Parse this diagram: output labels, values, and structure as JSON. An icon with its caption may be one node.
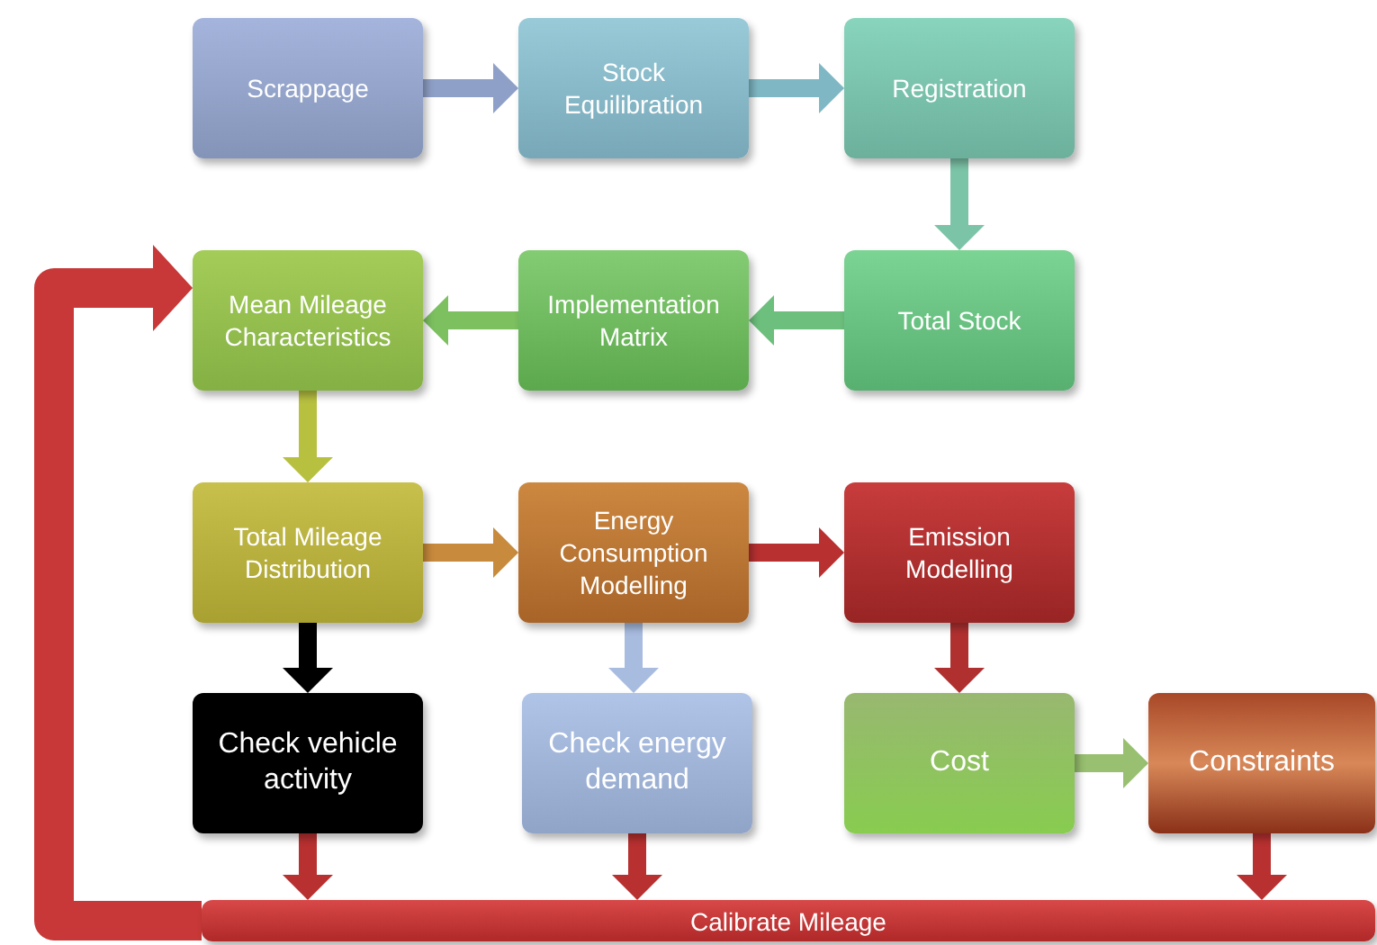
{
  "diagram": {
    "nodes": [
      {
        "text": [
          "Scrappage"
        ]
      },
      {
        "text": [
          "Stock Equilibration"
        ]
      },
      {
        "text": [
          "Registration"
        ]
      },
      {
        "text": [
          "Mean Mileage Characteristics"
        ]
      },
      {
        "text": [
          "Implementation Matrix"
        ]
      },
      {
        "text": [
          "Total Stock"
        ]
      },
      {
        "text": [
          "Total Mileage Distribution"
        ]
      },
      {
        "text": [
          "Energy Consumption Modelling"
        ]
      },
      {
        "text": [
          "Emission Modelling"
        ]
      },
      {
        "text": [
          "Check vehicle activity"
        ]
      },
      {
        "text": [
          "Check energy demand"
        ]
      },
      {
        "text": [
          "Cost"
        ]
      },
      {
        "text": [
          "Constraints"
        ]
      },
      {
        "text": [
          "Calibrate Mileage"
        ]
      }
    ],
    "edges": [
      {
        "from": 0,
        "to": 1,
        "arrow": "to",
        "color": "#8fa0c8"
      },
      {
        "from": 1,
        "to": 2,
        "arrow": "to",
        "color": "#7fb8c4"
      },
      {
        "from": 2,
        "to": 5,
        "arrow": "to",
        "color": "#7cc4a8"
      },
      {
        "from": 5,
        "to": 4,
        "arrow": "to",
        "color": "#6cbf7c"
      },
      {
        "from": 4,
        "to": 3,
        "arrow": "to",
        "color": "#7cc060"
      },
      {
        "from": 3,
        "to": 6,
        "arrow": "to",
        "color": "#b8c040"
      },
      {
        "from": 6,
        "to": 7,
        "arrow": "to",
        "color": "#c88a3c"
      },
      {
        "from": 7,
        "to": 8,
        "arrow": "to",
        "color": "#b83030"
      },
      {
        "from": 6,
        "to": 9,
        "arrow": "to",
        "color": "#000000"
      },
      {
        "from": 7,
        "to": 10,
        "arrow": "to",
        "color": "#a8bce0"
      },
      {
        "from": 8,
        "to": 11,
        "arrow": "to",
        "color": "#b03030"
      },
      {
        "from": 11,
        "to": 12,
        "arrow": "to",
        "color": "#98c070"
      },
      {
        "from": 9,
        "to": 13,
        "arrow": "to",
        "color": "#b83030"
      },
      {
        "from": 10,
        "to": 13,
        "arrow": "to",
        "color": "#b83030"
      },
      {
        "from": 12,
        "to": 13,
        "arrow": "to",
        "color": "#b83030"
      },
      {
        "from": 13,
        "to": 3,
        "arrow": "to",
        "style": "thick",
        "color": "#c83838"
      }
    ]
  }
}
